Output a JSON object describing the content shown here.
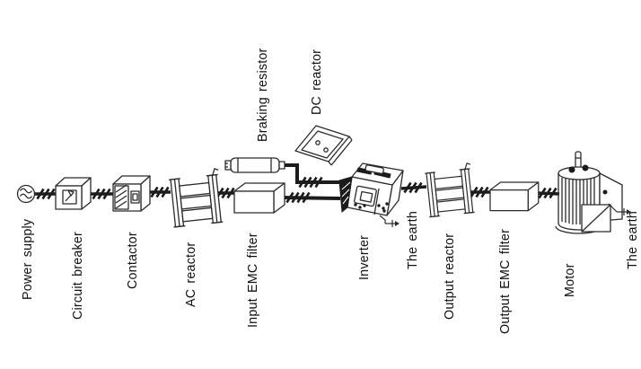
{
  "page": {
    "background": "#ffffff"
  },
  "diagram": {
    "type": "wiring-chain",
    "labels": {
      "power_supply": "Power supply",
      "circuit_breaker": "Circuit breaker",
      "contactor": "Contactor",
      "ac_reactor": "AC reactor",
      "input_emc_filter": "Input EMC filter",
      "braking_resistor": "Braking resistor",
      "dc_reactor": "DC reactor",
      "inverter": "Inverter",
      "earth_left": "The earth",
      "output_reactor": "Output reactor",
      "output_emc_filter": "Output EMC filter",
      "motor": "Motor",
      "earth_right": "The earth"
    },
    "chain": [
      "Power supply",
      "Circuit breaker",
      "Contactor",
      "AC reactor",
      "Input EMC filter",
      "Inverter",
      "Output reactor",
      "Output EMC filter",
      "Motor"
    ],
    "branches": [
      "Braking resistor",
      "DC reactor"
    ],
    "grounds": [
      "The earth (inverter)",
      "The earth (motor)"
    ],
    "colors": {
      "line": "#2b2b2b",
      "dark_fill": "#1c1c1c",
      "background": "#ffffff"
    }
  }
}
